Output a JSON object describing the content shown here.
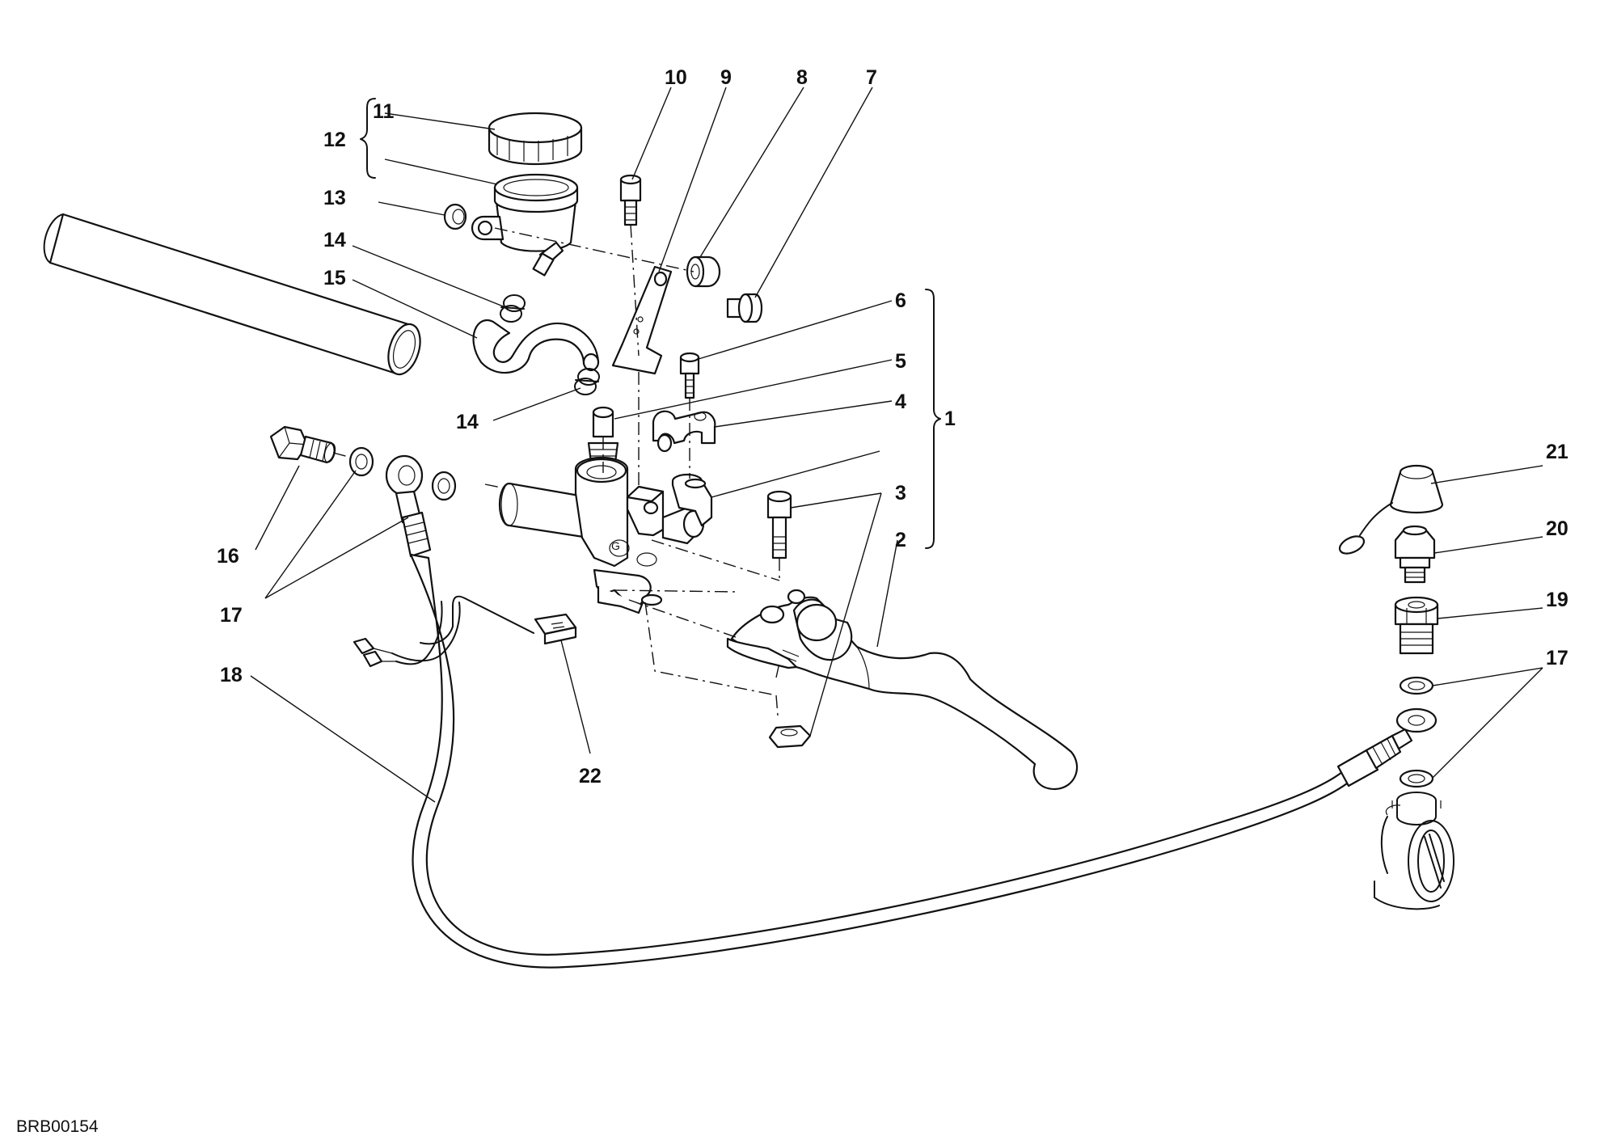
{
  "diagram": {
    "drawing_code": "BRB00154",
    "callouts": {
      "c1": "1",
      "c2": "2",
      "c3": "3",
      "c4": "4",
      "c5": "5",
      "c6": "6",
      "c7": "7",
      "c8": "8",
      "c9": "9",
      "c10": "10",
      "c11": "11",
      "c12": "12",
      "c13": "13",
      "c14a": "14",
      "c14b": "14",
      "c15": "15",
      "c16": "16",
      "c17a": "17",
      "c17b": "17",
      "c18": "18",
      "c19": "19",
      "c20": "20",
      "c21": "21",
      "c22": "22"
    }
  }
}
